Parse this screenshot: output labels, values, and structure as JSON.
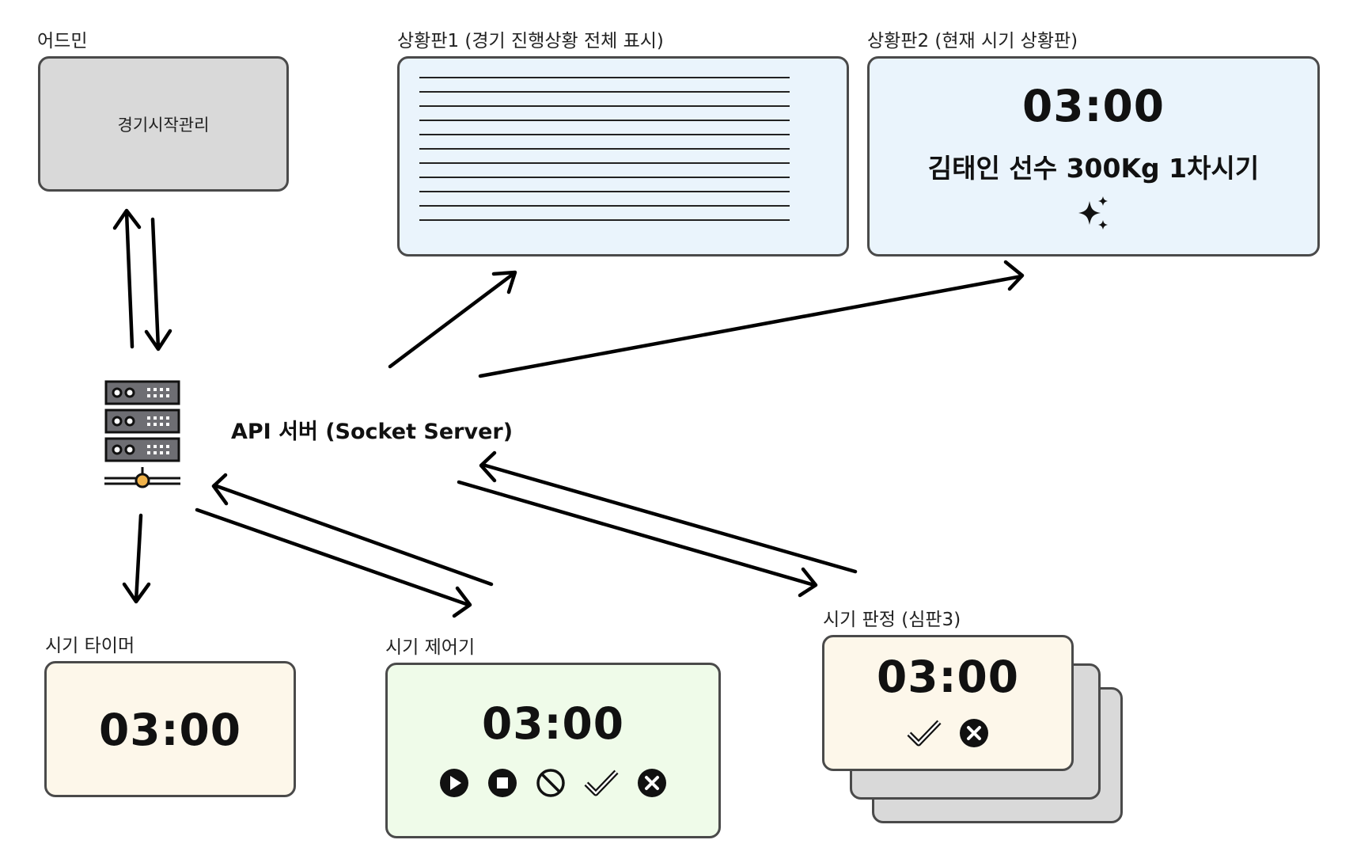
{
  "nodes": {
    "admin": {
      "label": "어드민",
      "content": "경기시작관리"
    },
    "board1": {
      "label": "상황판1 (경기 진행상황 전체 표시)"
    },
    "board2": {
      "label": "상황판2 (현재 시기 상황판)",
      "time": "03:00",
      "subtitle": "김태인 선수 300Kg 1차시기",
      "icon": "sparkles-icon"
    },
    "server": {
      "label": "API 서버 (Socket Server)",
      "icon": "server-rack-icon"
    },
    "timer": {
      "label": "시기 타이머",
      "time": "03:00"
    },
    "controller": {
      "label": "시기 제어기",
      "time": "03:00",
      "buttons": [
        "play-icon",
        "stop-icon",
        "prohibit-icon",
        "check-icon",
        "x-circle-icon"
      ]
    },
    "judge": {
      "label": "시기 판정 (심판3)",
      "time": "03:00",
      "buttons": [
        "check-icon",
        "x-circle-icon"
      ]
    }
  },
  "colors": {
    "admin_fill": "#d9d9d9",
    "board_fill": "#eaf4fc",
    "timer_fill": "#fdf7ea",
    "controller_fill": "#effbe9",
    "judge_fill": "#fdf7ea",
    "stack_fill": "#d9d9d9",
    "border": "#4a4a4a",
    "server_accent": "#f0b24a"
  },
  "edges": [
    {
      "from": "admin",
      "to": "server"
    },
    {
      "from": "server",
      "to": "admin"
    },
    {
      "from": "server",
      "to": "board1"
    },
    {
      "from": "server",
      "to": "board2"
    },
    {
      "from": "server",
      "to": "timer"
    },
    {
      "from": "server",
      "to": "controller"
    },
    {
      "from": "controller",
      "to": "server"
    },
    {
      "from": "server",
      "to": "judge"
    },
    {
      "from": "judge",
      "to": "server"
    }
  ]
}
